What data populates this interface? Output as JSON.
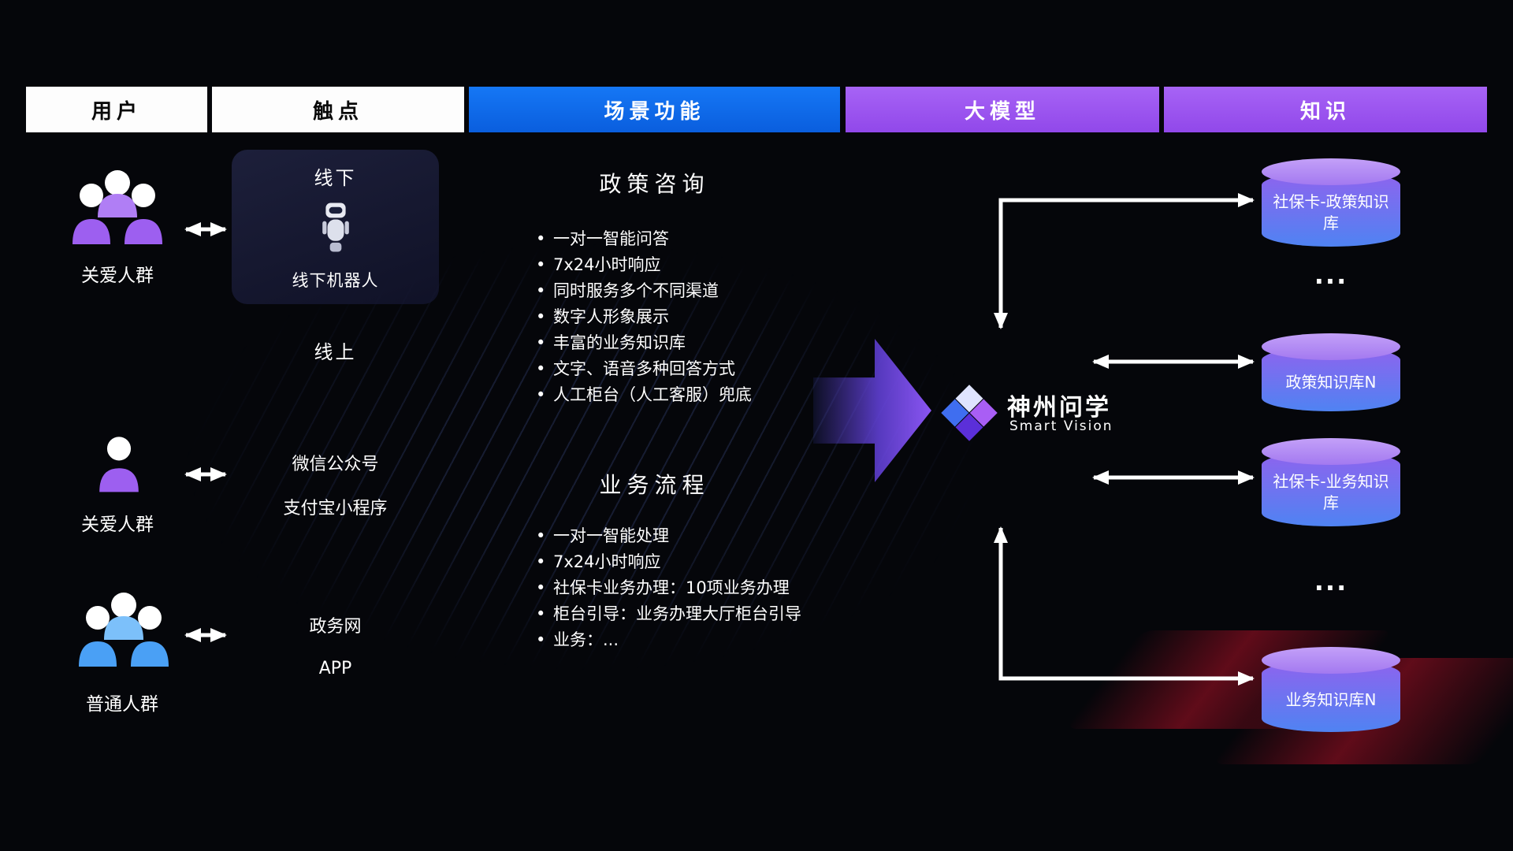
{
  "header": {
    "users": "用户",
    "touchpoints": "触点",
    "scenarios": "场景功能",
    "model": "大模型",
    "knowledge": "知识"
  },
  "users": [
    {
      "label": "关爱人群",
      "icon": "user-group-icon",
      "color": "#9d5ff0"
    },
    {
      "label": "关爱人群",
      "icon": "user-person-icon",
      "color": "#9d5ff0"
    },
    {
      "label": "普通人群",
      "icon": "user-group-icon",
      "color": "#4aa0f5"
    }
  ],
  "touchpoints": {
    "offline_title": "线下",
    "offline_robot": "线下机器人",
    "online_title": "线上",
    "wechat": "微信公众号",
    "alipay": "支付宝小程序",
    "gov": "政务网",
    "app": "APP"
  },
  "scenarios": [
    {
      "title": "政策咨询",
      "bullets": [
        "一对一智能问答",
        "7x24小时响应",
        "同时服务多个不同渠道",
        "数字人形象展示",
        "丰富的业务知识库",
        "文字、语音多种回答方式",
        "人工柜台（人工客服）兜底"
      ]
    },
    {
      "title": "业务流程",
      "bullets": [
        "一对一智能处理",
        "7x24小时响应",
        "社保卡业务办理：10项业务办理",
        "柜台引导：业务办理大厅柜台引导",
        "业务：..."
      ]
    }
  ],
  "model": {
    "name": "神州问学",
    "subtitle": "Smart Vision"
  },
  "knowledge": {
    "items": [
      "社保卡-政策知识库",
      "政策知识库N",
      "社保卡-业务知识库",
      "业务知识库N"
    ],
    "ellipsis": "..."
  },
  "colors": {
    "header_blue": "#0b66e8",
    "header_purple": "#9b50ee",
    "accent_purple": "#8a55f2",
    "accent_blue": "#4f83f2",
    "user_purple": "#9d5ff0",
    "user_blue": "#4aa0f5",
    "background_red": "#d61a3a"
  }
}
